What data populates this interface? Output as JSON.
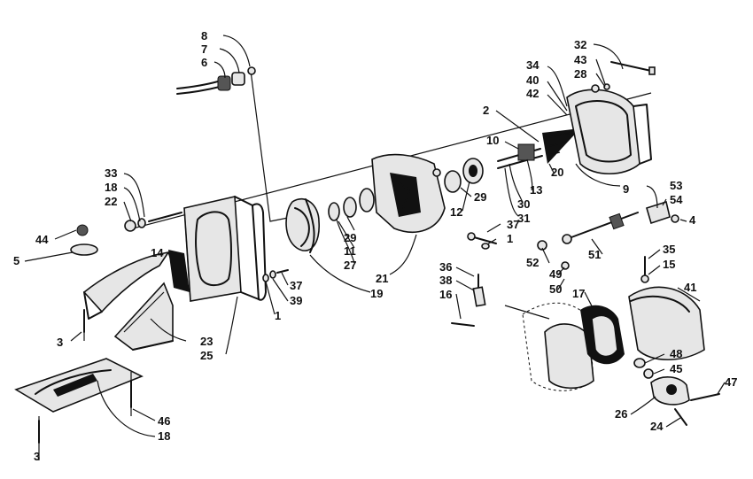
{
  "callouts": [
    {
      "id": "c8",
      "text": "8"
    },
    {
      "id": "c7",
      "text": "7"
    },
    {
      "id": "c6",
      "text": "6"
    },
    {
      "id": "c32",
      "text": "32"
    },
    {
      "id": "c43",
      "text": "43"
    },
    {
      "id": "c28",
      "text": "28"
    },
    {
      "id": "c34",
      "text": "34"
    },
    {
      "id": "c40",
      "text": "40"
    },
    {
      "id": "c42",
      "text": "42"
    },
    {
      "id": "c2",
      "text": "2"
    },
    {
      "id": "c10",
      "text": "10"
    },
    {
      "id": "c20",
      "text": "20"
    },
    {
      "id": "c13",
      "text": "13"
    },
    {
      "id": "c9",
      "text": "9"
    },
    {
      "id": "c30",
      "text": "30"
    },
    {
      "id": "c31",
      "text": "31"
    },
    {
      "id": "c29a",
      "text": "29"
    },
    {
      "id": "c12",
      "text": "12"
    },
    {
      "id": "c33",
      "text": "33"
    },
    {
      "id": "c18a",
      "text": "18"
    },
    {
      "id": "c22",
      "text": "22"
    },
    {
      "id": "c44",
      "text": "44"
    },
    {
      "id": "c5",
      "text": "5"
    },
    {
      "id": "c14",
      "text": "14"
    },
    {
      "id": "c29b",
      "text": "29"
    },
    {
      "id": "c11",
      "text": "11"
    },
    {
      "id": "c27",
      "text": "27"
    },
    {
      "id": "c21",
      "text": "21"
    },
    {
      "id": "c19",
      "text": "19"
    },
    {
      "id": "c37a",
      "text": "37"
    },
    {
      "id": "c39",
      "text": "39"
    },
    {
      "id": "c1a",
      "text": "1"
    },
    {
      "id": "c23",
      "text": "23"
    },
    {
      "id": "c25",
      "text": "25"
    },
    {
      "id": "c3a",
      "text": "3"
    },
    {
      "id": "c46",
      "text": "46"
    },
    {
      "id": "c18b",
      "text": "18"
    },
    {
      "id": "c3b",
      "text": "3"
    },
    {
      "id": "c53",
      "text": "53"
    },
    {
      "id": "c54",
      "text": "54"
    },
    {
      "id": "c4",
      "text": "4"
    },
    {
      "id": "c37b",
      "text": "37"
    },
    {
      "id": "c1b",
      "text": "1"
    },
    {
      "id": "c52",
      "text": "52"
    },
    {
      "id": "c49",
      "text": "49"
    },
    {
      "id": "c50",
      "text": "50"
    },
    {
      "id": "c51",
      "text": "51"
    },
    {
      "id": "c35",
      "text": "35"
    },
    {
      "id": "c15",
      "text": "15"
    },
    {
      "id": "c36",
      "text": "36"
    },
    {
      "id": "c38",
      "text": "38"
    },
    {
      "id": "c16",
      "text": "16"
    },
    {
      "id": "c17",
      "text": "17"
    },
    {
      "id": "c41",
      "text": "41"
    },
    {
      "id": "c48",
      "text": "48"
    },
    {
      "id": "c45",
      "text": "45"
    },
    {
      "id": "c47",
      "text": "47"
    },
    {
      "id": "c26",
      "text": "26"
    },
    {
      "id": "c24",
      "text": "24"
    }
  ]
}
